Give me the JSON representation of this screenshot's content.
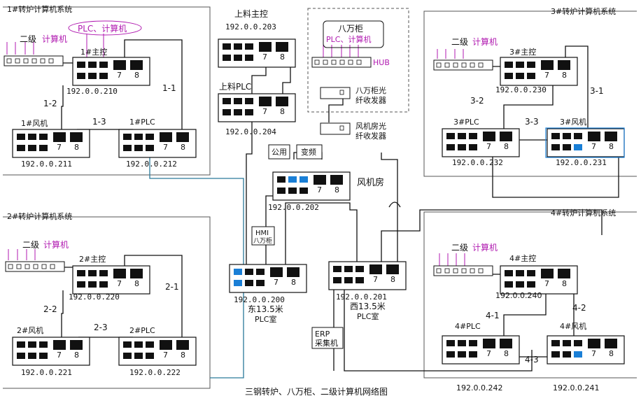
{
  "diagram": {
    "title": "三钢转炉、八万柜、二级计算机网络图"
  },
  "systems": {
    "sys1": "1#转炉计算机系统",
    "sys2": "2#转炉计算机系统",
    "sys3": "3#转炉计算机系统",
    "sys4": "4#转炉计算机系统"
  },
  "common": {
    "level2": "二级",
    "computer": "计算机",
    "port7": "7",
    "port8": "8"
  },
  "s1": {
    "plc_computer": "PLC、计算机",
    "master": "1#主控",
    "master_ip": "192.0.0.210",
    "fan": "1#风机",
    "fan_ip": "192.0.0.211",
    "plc": "1#PLC",
    "plc_ip": "192.0.0.212",
    "l11": "1-1",
    "l12": "1-2",
    "l13": "1-3"
  },
  "s2": {
    "master": "2#主控",
    "master_ip": "192.0.0.220",
    "fan": "2#风机",
    "fan_ip": "192.0.0.221",
    "plc": "2#PLC",
    "plc_ip": "192.0.0.222",
    "l21": "2-1",
    "l22": "2-2",
    "l23": "2-3"
  },
  "s3": {
    "master": "3#主控",
    "master_ip": "192.0.0.230",
    "plc": "3#PLC",
    "plc_ip": "192.0.0.232",
    "fan": "3#风机",
    "fan_ip": "192.0.0.231",
    "l31": "3-1",
    "l32": "3-2",
    "l33": "3-3"
  },
  "s4": {
    "master": "4#主控",
    "master_ip": "192.0.0.240",
    "plc": "4#PLC",
    "plc_ip": "192.0.0.242",
    "fan": "4#风机",
    "fan_ip": "192.0.0.241",
    "l41": "4-1",
    "l42": "4-2",
    "l43": "4-3"
  },
  "center": {
    "feed_master": "上料主控",
    "feed_master_ip": "192.0.0.203",
    "feed_plc": "上料PLC",
    "feed_plc_ip": "192.0.0.204",
    "wanguo": "八万柜",
    "wanguo_plc": "PLC、计算机",
    "hub": "HUB",
    "transceiver1_a": "八万柜光",
    "transceiver1_b": "纤收发器",
    "transceiver2_a": "风机房光",
    "transceiver2_b": "纤收发器",
    "public": "公用",
    "vfd": "变频",
    "fan_room": "风机房",
    "fan_room_ip": "192.0.0.202",
    "hmi_a": "HMI",
    "hmi_b": "八万柜",
    "east_ip": "192.0.0.200",
    "east_label": "东13.5米",
    "east_room": "PLC室",
    "west_ip": "192.0.0.201",
    "west_label": "西13.5米",
    "west_room": "PLC室",
    "erp_a": "ERP",
    "erp_b": "采集机"
  },
  "colors": {
    "port": "#111111",
    "port_blue": "#1a7fd6",
    "link_blue": "#2a7a9a",
    "accent_pink": "#b01ab0"
  }
}
